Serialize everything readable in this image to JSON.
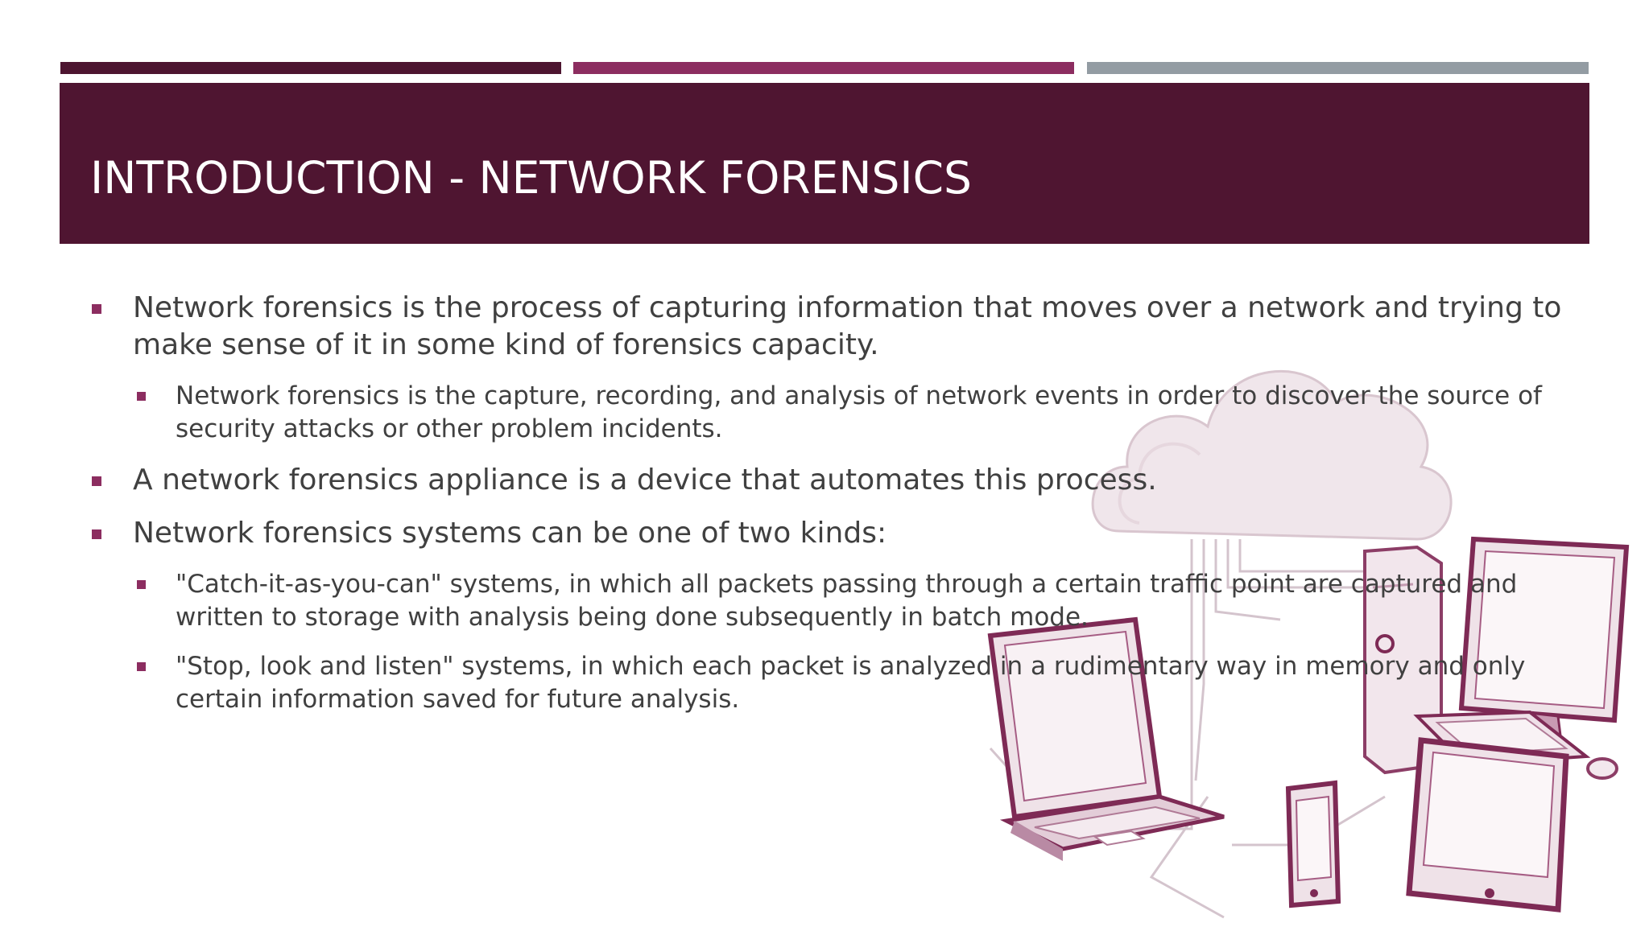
{
  "slide": {
    "title": "INTRODUCTION - NETWORK FORENSICS",
    "bullets": [
      {
        "level": 1,
        "text": "Network forensics is the process of capturing information that moves over a network and trying to make sense of it in some kind of forensics capacity."
      },
      {
        "level": 2,
        "text": "Network forensics is the capture, recording, and analysis of network events in order to discover the source of security attacks or other problem incidents."
      },
      {
        "level": 1,
        "text": "A network forensics appliance is a device that automates this process."
      },
      {
        "level": 1,
        "text": "Network forensics systems can be one of two kinds:"
      },
      {
        "level": 2,
        "text": "\"Catch-it-as-you-can\" systems, in which all packets passing through a certain traffic point are captured and written to storage with analysis being done subsequently in batch mode."
      },
      {
        "level": 2,
        "text": "\"Stop, look and listen\" systems, in which each packet is analyzed in a rudimentary way in memory and only certain information saved for future analysis."
      }
    ]
  },
  "theme": {
    "title_band_color": "#4f1531",
    "accent_colors": [
      "#4d1530",
      "#8c2d60",
      "#939ca3"
    ],
    "bullet_marker_color": "#8c2d60",
    "body_text_color": "#404040"
  },
  "illustration": {
    "icons": [
      "cloud-icon",
      "laptop-icon",
      "desktop-computer-icon",
      "smartphone-icon",
      "tablet-icon",
      "mouse-icon"
    ]
  }
}
